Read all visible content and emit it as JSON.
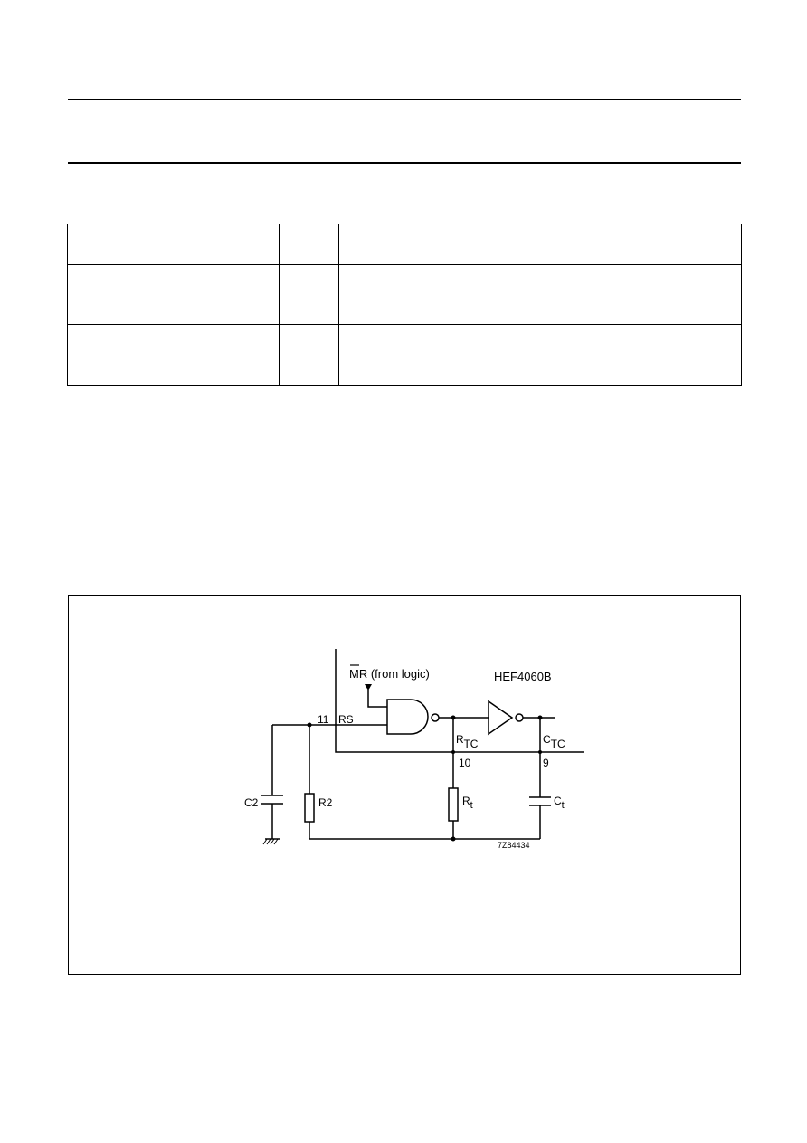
{
  "table": {
    "rows": [
      [
        "",
        "",
        ""
      ],
      [
        "",
        "",
        ""
      ],
      [
        "",
        "",
        ""
      ]
    ]
  },
  "figure": {
    "device_label": "HEF4060B",
    "mr_bar": "MR",
    "mr_rest": " (from logic)",
    "pin_11": "11",
    "pin_rs": "RS",
    "pin_10": "10",
    "pin_9": "9",
    "rtc_main": "R",
    "rtc_sub": "TC",
    "ctc_main": "C",
    "ctc_sub": "TC",
    "c2_label": "C2",
    "r2_label": "R2",
    "rt_main": "R",
    "rt_sub": "t",
    "ct_main": "C",
    "ct_sub": "t",
    "drawing_code": "7Z84434"
  }
}
